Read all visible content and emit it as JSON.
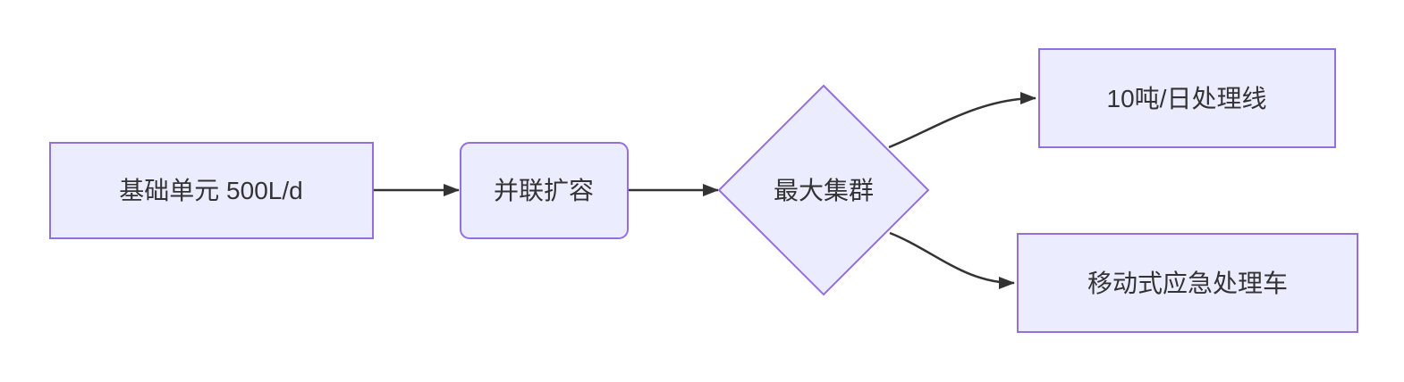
{
  "diagram": {
    "type": "flowchart",
    "direction": "left-to-right",
    "colors": {
      "background": "#FFFFFF",
      "node_fill": "#ECECFF",
      "node_border": "#9370DB",
      "text": "#333333",
      "edge": "#333333"
    },
    "nodes": [
      {
        "id": "base-unit",
        "shape": "rectangle",
        "label": "基础单元 500L/d"
      },
      {
        "id": "parallel-expansion",
        "shape": "rounded-rectangle",
        "label": "并联扩容"
      },
      {
        "id": "max-cluster",
        "shape": "diamond",
        "label": "最大集群"
      },
      {
        "id": "processing-line",
        "shape": "rectangle",
        "label": "10吨/日处理线"
      },
      {
        "id": "mobile-emergency-truck",
        "shape": "rectangle",
        "label": "移动式应急处理车"
      }
    ],
    "edges": [
      {
        "from": "base-unit",
        "to": "parallel-expansion",
        "style": "straight-arrow"
      },
      {
        "from": "parallel-expansion",
        "to": "max-cluster",
        "style": "straight-arrow"
      },
      {
        "from": "max-cluster",
        "to": "processing-line",
        "style": "curved-arrow"
      },
      {
        "from": "max-cluster",
        "to": "mobile-emergency-truck",
        "style": "curved-arrow"
      }
    ]
  }
}
